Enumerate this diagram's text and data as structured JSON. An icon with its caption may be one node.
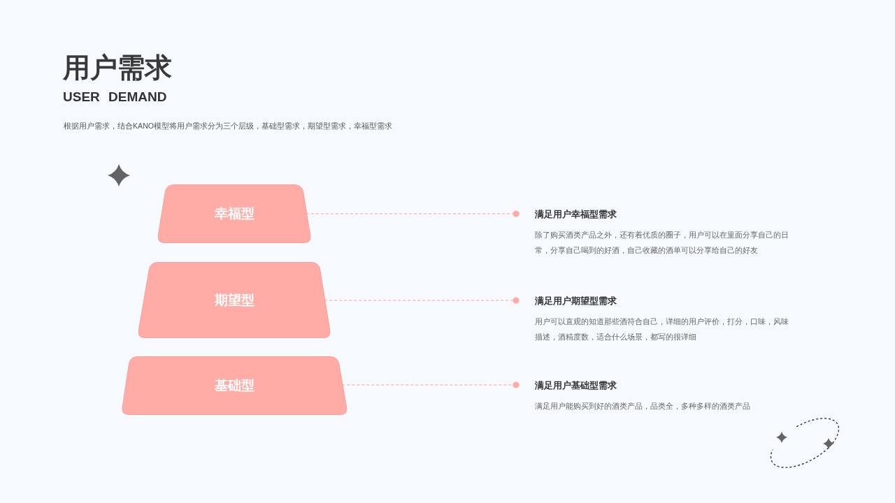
{
  "diagram": {
    "title": "用户需求",
    "nodes": [
      {
        "text": [
          "幸福型"
        ]
      },
      {
        "text": [
          "满足用户幸福型需求",
          "除了购买酒类产品之外，还有着优质的圈子，用户可以在里面分享自己的日常，分享自己喝到的好酒，自己收藏的酒单可以分享给自己的好友"
        ]
      },
      {
        "text": [
          "期望型"
        ]
      },
      {
        "text": [
          "满足用户期望型需求",
          "用户可以直观的知道那些酒符合自己，详细的用户评价，打分，口味，风味描述，酒精度数，适合什么场景，都写的很详细"
        ]
      },
      {
        "text": [
          "基础型"
        ]
      },
      {
        "text": [
          "满足用户基础型需求",
          "满足用户能购买到好的酒类产品，品类全，多种多样的酒类产品"
        ]
      }
    ],
    "edges": [
      {
        "from": 0,
        "to": 1,
        "arrow": "other",
        "style": "dashed"
      },
      {
        "from": 2,
        "to": 3,
        "arrow": "other",
        "style": "dashed"
      },
      {
        "from": 4,
        "to": 5,
        "arrow": "other",
        "style": "dashed"
      }
    ],
    "labels": [
      "USER DEMAND",
      "根据用户需求，结合KANO模型将用户需求分为三个层级，基础型需求，期望型需求，幸福型需求"
    ]
  }
}
